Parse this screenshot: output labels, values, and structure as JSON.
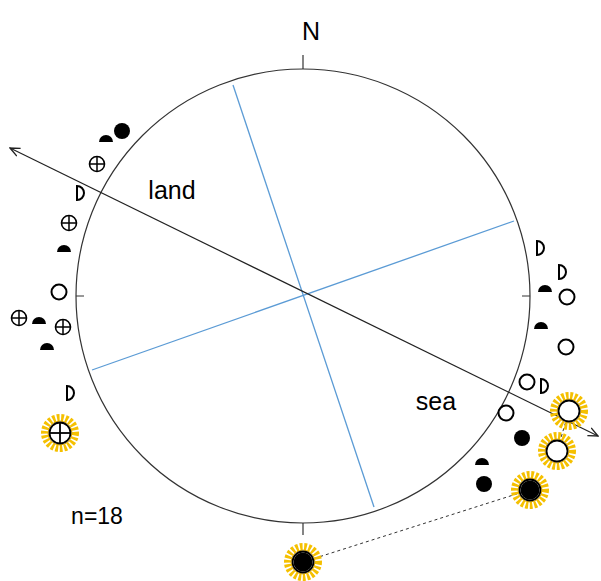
{
  "diagram": {
    "labels": [
      "N",
      "land",
      "sea",
      "n=18"
    ]
  }
}
